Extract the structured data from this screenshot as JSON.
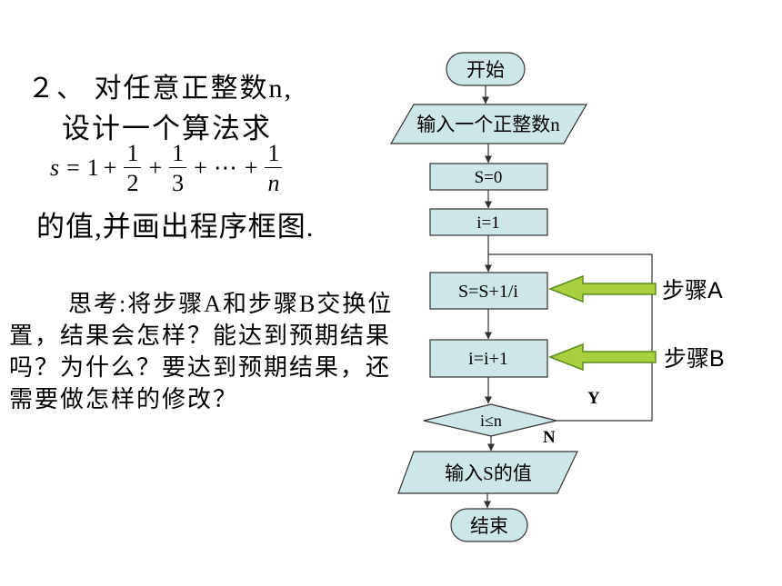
{
  "problem": {
    "line1": "２、 对任意正整数n,",
    "line2": "设计一个算法求",
    "formula": {
      "lhs": "s",
      "eq": "=",
      "one": "1",
      "plus": "+",
      "num": "1",
      "den2": "2",
      "den3": "3",
      "dots": "⋯",
      "denN": "n"
    },
    "line4": "的值,并画出程序框图."
  },
  "question": {
    "lines": [
      "思考:将步骤A和步骤B交换位",
      "置，结果会怎样？能达到预期结果",
      "吗？为什么？要达到预期结果，还",
      "需要做怎样的修改？"
    ]
  },
  "flowchart": {
    "start": "开始",
    "input": "输入一个正整数n",
    "init_s": "S=0",
    "init_i": "i=1",
    "step_a_box": "S=S+1/i",
    "step_b_box": "i=i+1",
    "condition": "i≤n",
    "yes": "Y",
    "no": "N",
    "output": "输入S的值",
    "end": "结束"
  },
  "step_labels": {
    "a": "步骤A",
    "b": "步骤B"
  },
  "colors": {
    "node_fill": "#cde6e8",
    "pointer_fill": "#a8cf3e",
    "pointer_stroke": "#5b8c1e"
  }
}
